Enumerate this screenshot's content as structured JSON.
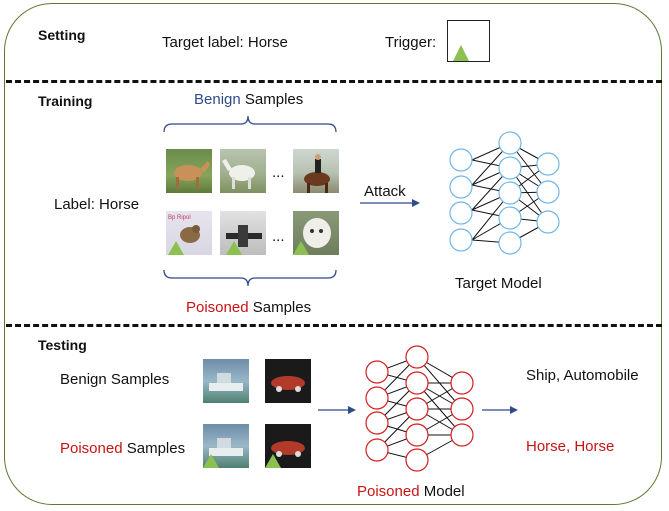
{
  "setting": {
    "heading": "Setting",
    "target_label": "Target label: Horse",
    "trigger_label": "Trigger:"
  },
  "training": {
    "heading": "Training",
    "benign_word": "Benign",
    "samples_word": "Samples",
    "label_text": "Label: Horse",
    "ellipsis": "...",
    "attack_label": "Attack",
    "poisoned_word": "Poisoned",
    "model_label": "Target Model"
  },
  "testing": {
    "heading": "Testing",
    "benign_samples": "Benign Samples",
    "poisoned_word": "Poisoned",
    "samples_word": "Samples",
    "model_poisoned_word": "Poisoned",
    "model_word": "Model",
    "benign_output": "Ship, Automobile",
    "poisoned_output": "Horse, Horse"
  },
  "colors": {
    "frame": "#5a7a34",
    "trigger": "#8cc152",
    "benign_net": "#6fb6e8",
    "poisoned_net": "#d21f1f",
    "poisoned_text": "#c81414",
    "benign_text": "#2f4b8a"
  }
}
